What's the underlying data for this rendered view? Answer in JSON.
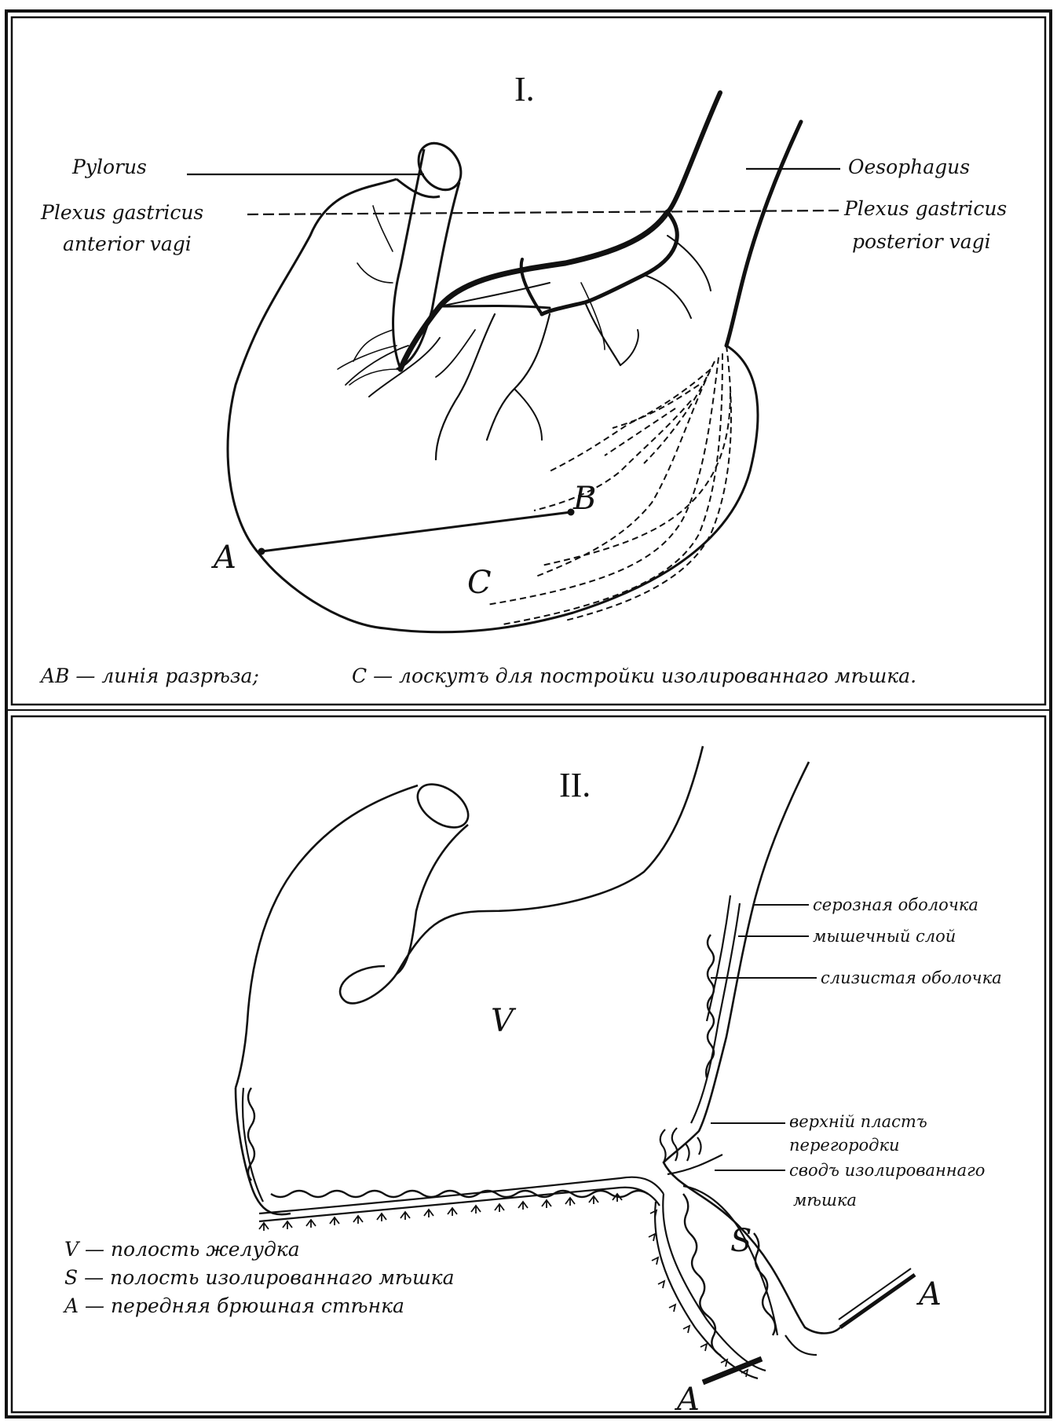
{
  "panel_i": {
    "title": "I.",
    "labels": {
      "pylorus": "Pylorus",
      "plexus_anterior_1": "Plexus gastricus",
      "plexus_anterior_2": "anterior vagi",
      "oesophagus": "Oesophagus",
      "plexus_posterior_1": "Plexus gastricus",
      "plexus_posterior_2": "posterior vagi",
      "point_a": "A",
      "point_b": "B",
      "flap_c": "C"
    },
    "legend": {
      "ab": "AB — линія разрѣза;",
      "c": "C — лоскутъ для постройки изолированнаго мѣшка."
    }
  },
  "panel_ii": {
    "title": "II.",
    "labels": {
      "cavity_v": "V",
      "cavity_s": "S",
      "serosa": "серозная оболочка",
      "muscular": "мышечный слой",
      "mucosa": "слизистая оболочка",
      "septum_1": "верхній пластъ",
      "septum_2": "перегородки",
      "vault_1": "сводъ изолированнаго",
      "vault_2": "мѣшка",
      "wall_a_right": "A",
      "wall_a_bottom": "A"
    },
    "legend": {
      "v": "V — полость желудка",
      "s": "S — полость изолированнаго мѣшка",
      "a": "A — передняя брюшная стѣнка"
    }
  }
}
